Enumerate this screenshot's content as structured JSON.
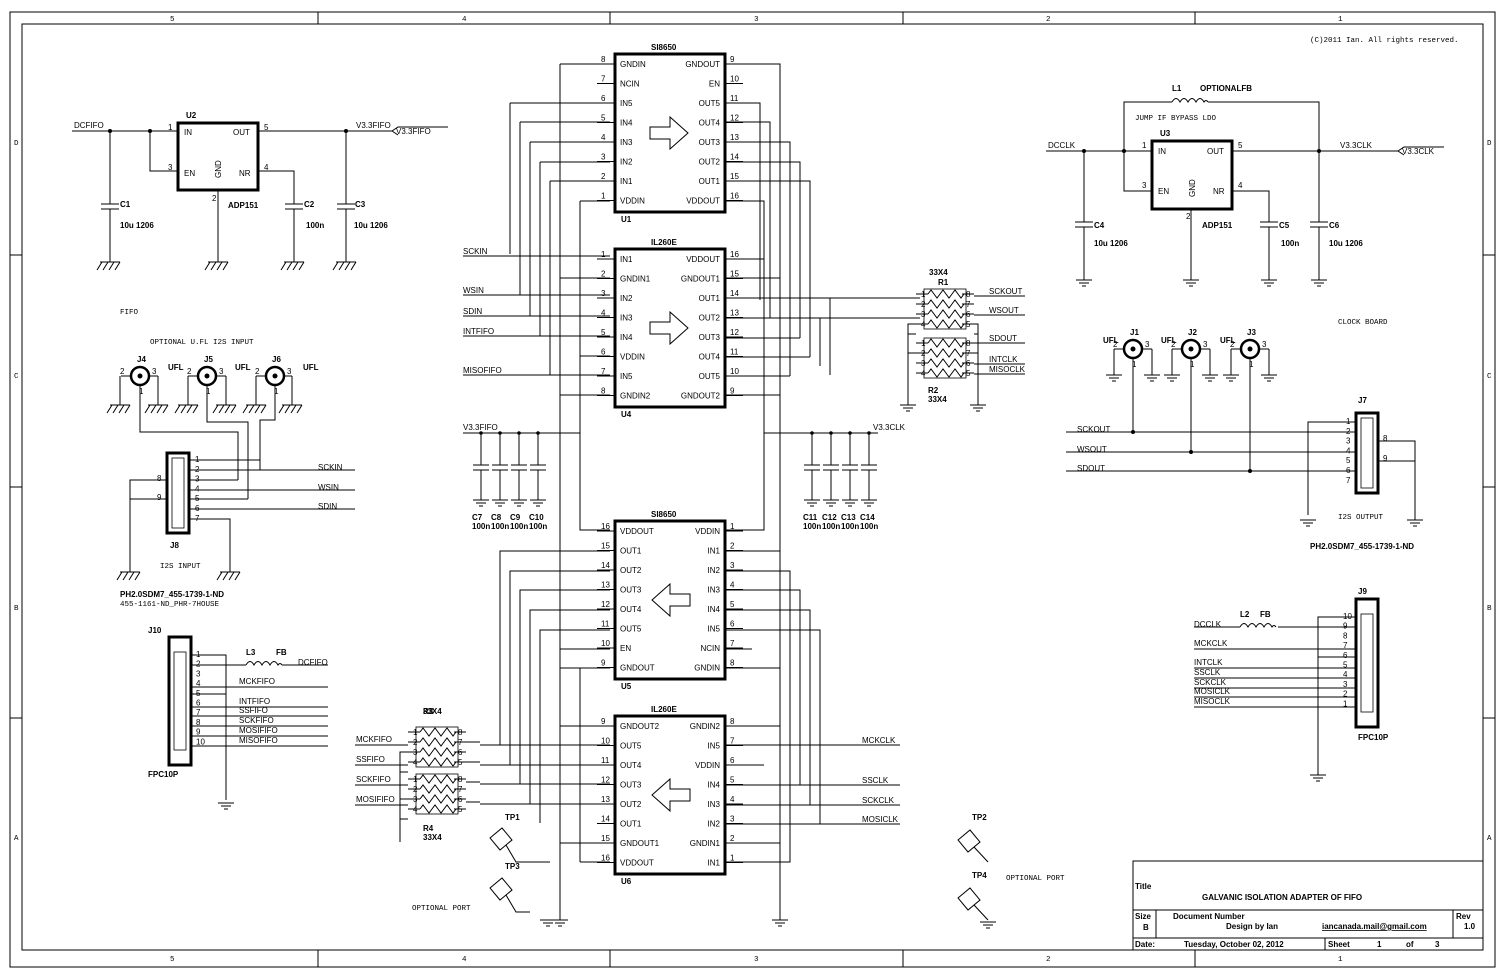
{
  "copyright": "(C)2011 Ian.  All rights reserved.",
  "border": {
    "cols_top": [
      "5",
      "4",
      "3",
      "2",
      "1"
    ],
    "cols_bottom": [
      "5",
      "4",
      "3",
      "2",
      "1"
    ],
    "rows_left": [
      "D",
      "C",
      "B",
      "A"
    ],
    "rows_right": [
      "D",
      "C",
      "B",
      "A"
    ]
  },
  "title_block": {
    "title_label": "Title",
    "title": "GALVANIC ISOLATION ADAPTER OF FIFO",
    "size_label": "Size",
    "size": "B",
    "docnum_label": "Document Number",
    "design_by": "Design by Ian",
    "email": "iancanada.mail@gmail.com",
    "rev_label": "Rev",
    "rev": "1.0",
    "date_label": "Date:",
    "date": "Tuesday, October 02, 2012",
    "sheet_label": "Sheet",
    "sheet": "1",
    "of_label": "of",
    "sheets": "3"
  },
  "notes": {
    "fifo": "FIFO",
    "optional_ufl": "OPTIONAL U.FL I2S INPUT",
    "jump_ldo": "JUMP IF BYPASS LDO",
    "clock_board": "CLOCK BOARD",
    "i2s_input": "I2S INPUT",
    "i2s_output": "I2S OUTPUT",
    "optional_port_left": "OPTIONAL PORT",
    "optional_port_right": "OPTIONAL PORT"
  },
  "u2": {
    "ref": "U2",
    "part": "ADP151",
    "pins": {
      "in": "IN",
      "out": "OUT",
      "en": "EN",
      "nr": "NR",
      "gnd": "GND"
    },
    "nums": {
      "in": "1",
      "out": "5",
      "en": "3",
      "nr": "4",
      "gnd": "2"
    },
    "net_in": "DCFIFO",
    "net_out": "V3.3FIFO",
    "port_out": "V3.3FIFO",
    "c1": {
      "ref": "C1",
      "val": "10u 1206"
    },
    "c2": {
      "ref": "C2",
      "val": "100n"
    },
    "c3": {
      "ref": "C3",
      "val": "10u 1206"
    }
  },
  "u3": {
    "ref": "U3",
    "part": "ADP151",
    "pins": {
      "in": "IN",
      "out": "OUT",
      "en": "EN",
      "nr": "NR",
      "gnd": "GND"
    },
    "nums": {
      "in": "1",
      "out": "5",
      "en": "3",
      "nr": "4",
      "gnd": "2"
    },
    "net_in": "DCCLK",
    "net_out": "V3.3CLK",
    "port_out": "V3.3CLK",
    "l1": {
      "ref": "L1",
      "val": "OPTIONALFB"
    },
    "c4": {
      "ref": "C4",
      "val": "10u 1206"
    },
    "c5": {
      "ref": "C5",
      "val": "100n"
    },
    "c6": {
      "ref": "C6",
      "val": "10u 1206"
    }
  },
  "u1": {
    "title": "SI8650",
    "ref": "U1",
    "left": [
      [
        "8",
        "GNDIN"
      ],
      [
        "7",
        "NCIN"
      ],
      [
        "6",
        "IN5"
      ],
      [
        "5",
        "IN4"
      ],
      [
        "4",
        "IN3"
      ],
      [
        "3",
        "IN2"
      ],
      [
        "2",
        "IN1"
      ],
      [
        "1",
        "VDDIN"
      ]
    ],
    "right": [
      [
        "GNDOUT",
        "9"
      ],
      [
        "EN",
        "10"
      ],
      [
        "OUT5",
        "11"
      ],
      [
        "OUT4",
        "12"
      ],
      [
        "OUT3",
        "13"
      ],
      [
        "OUT2",
        "14"
      ],
      [
        "OUT1",
        "15"
      ],
      [
        "VDDOUT",
        "16"
      ]
    ]
  },
  "u4": {
    "title": "IL260E",
    "ref": "U4",
    "left": [
      [
        "1",
        "IN1"
      ],
      [
        "2",
        "GNDIN1"
      ],
      [
        "3",
        "IN2"
      ],
      [
        "4",
        "IN3"
      ],
      [
        "5",
        "IN4"
      ],
      [
        "6",
        "VDDIN"
      ],
      [
        "7",
        "IN5"
      ],
      [
        "8",
        "GNDIN2"
      ]
    ],
    "right": [
      [
        "VDDOUT",
        "16"
      ],
      [
        "GNDOUT1",
        "15"
      ],
      [
        "OUT1",
        "14"
      ],
      [
        "OUT2",
        "13"
      ],
      [
        "OUT3",
        "12"
      ],
      [
        "OUT4",
        "11"
      ],
      [
        "OUT5",
        "10"
      ],
      [
        "GNDOUT2",
        "9"
      ]
    ],
    "nets_left": [
      "SCKIN",
      "WSIN",
      "SDIN",
      "INTFIFO",
      "MISOFIFO"
    ]
  },
  "u5": {
    "title": "SI8650",
    "ref": "U5",
    "left": [
      [
        "16",
        "VDDOUT"
      ],
      [
        "15",
        "OUT1"
      ],
      [
        "14",
        "OUT2"
      ],
      [
        "13",
        "OUT3"
      ],
      [
        "12",
        "OUT4"
      ],
      [
        "11",
        "OUT5"
      ],
      [
        "10",
        "EN"
      ],
      [
        "9",
        "GNDOUT"
      ]
    ],
    "right": [
      [
        "VDDIN",
        "1"
      ],
      [
        "IN1",
        "2"
      ],
      [
        "IN2",
        "3"
      ],
      [
        "IN3",
        "4"
      ],
      [
        "IN4",
        "5"
      ],
      [
        "IN5",
        "6"
      ],
      [
        "NCIN",
        "7"
      ],
      [
        "GNDIN",
        "8"
      ]
    ]
  },
  "u6": {
    "title": "IL260E",
    "ref": "U6",
    "left": [
      [
        "9",
        "GNDOUT2"
      ],
      [
        "10",
        "OUT5"
      ],
      [
        "11",
        "OUT4"
      ],
      [
        "12",
        "OUT3"
      ],
      [
        "13",
        "OUT2"
      ],
      [
        "14",
        "OUT1"
      ],
      [
        "15",
        "GNDOUT1"
      ],
      [
        "16",
        "VDDOUT"
      ]
    ],
    "right": [
      [
        "GNDIN2",
        "8"
      ],
      [
        "IN5",
        "7"
      ],
      [
        "VDDIN",
        "6"
      ],
      [
        "IN4",
        "5"
      ],
      [
        "IN3",
        "4"
      ],
      [
        "IN2",
        "3"
      ],
      [
        "GNDIN1",
        "2"
      ],
      [
        "IN1",
        "1"
      ]
    ],
    "nets_right": [
      "MCKCLK",
      "SSCLK",
      "SCKCLK",
      "MOSICLK"
    ]
  },
  "r1": {
    "ref": "R1",
    "val": "33X4",
    "nums_l": [
      "1",
      "2",
      "3",
      "4"
    ],
    "nums_r": [
      "8",
      "7",
      "6",
      "5"
    ],
    "nets": [
      "SCKOUT",
      "WSOUT",
      "",
      ""
    ]
  },
  "r2": {
    "ref": "R2",
    "val": "33X4",
    "nums_l": [
      "1",
      "2",
      "3",
      "4"
    ],
    "nums_r": [
      "8",
      "7",
      "6",
      "5"
    ],
    "nets": [
      "SDOUT",
      "",
      "INTCLK",
      "MISOCLK"
    ]
  },
  "r3": {
    "ref": "R3",
    "val": "33X4",
    "nums_l": [
      "1",
      "2",
      "3",
      "4"
    ],
    "nums_r": [
      "8",
      "7",
      "6",
      "5"
    ],
    "nets": [
      "MCKFIFO",
      "SSFIFO"
    ]
  },
  "r4": {
    "ref": "R4",
    "val": "33X4",
    "nums_l": [
      "1",
      "2",
      "3",
      "4"
    ],
    "nums_r": [
      "8",
      "7",
      "6",
      "5"
    ],
    "nets": [
      "SCKFIFO",
      "MOSIFIFO"
    ]
  },
  "decoup_fifo": {
    "net": "V3.3FIFO",
    "refs": [
      "C7",
      "C8",
      "C9",
      "C10"
    ],
    "vals": [
      "100n",
      "100n",
      "100n",
      "100n"
    ]
  },
  "decoup_clk": {
    "net": "V3.3CLK",
    "refs": [
      "C11",
      "C12",
      "C13",
      "C14"
    ],
    "vals": [
      "100n",
      "100n",
      "100n",
      "100n"
    ]
  },
  "ufl_left": [
    {
      "ref": "J4",
      "val": "UFL"
    },
    {
      "ref": "J5",
      "val": "UFL"
    },
    {
      "ref": "J6",
      "val": "UFL"
    }
  ],
  "ufl_right": [
    {
      "ref": "J1",
      "val": "UFL"
    },
    {
      "ref": "J2",
      "val": "UFL"
    },
    {
      "ref": "J3",
      "val": "UFL"
    }
  ],
  "ufl_pins": {
    "a": "2",
    "b": "3",
    "c": "1"
  },
  "j8": {
    "ref": "J8",
    "part": "PH2.0SDM7_455-1739-1-ND",
    "alt": "455-1161-ND_PHR-7HOUSE",
    "pins": [
      "1",
      "2",
      "3",
      "4",
      "5",
      "6",
      "7"
    ],
    "mount": [
      "8",
      "9"
    ],
    "nets": [
      "SCKIN",
      "WSIN",
      "SDIN"
    ]
  },
  "j7": {
    "ref": "J7",
    "part": "PH2.0SDM7_455-1739-1-ND",
    "pins": [
      "1",
      "2",
      "3",
      "4",
      "5",
      "6",
      "7"
    ],
    "mount": [
      "8",
      "9"
    ],
    "nets": [
      "SCKOUT",
      "WSOUT",
      "SDOUT"
    ]
  },
  "j10": {
    "ref": "J10",
    "part": "FPC10P",
    "pins": [
      "1",
      "2",
      "3",
      "4",
      "5",
      "6",
      "7",
      "8",
      "9",
      "10"
    ],
    "l3": {
      "ref": "L3",
      "val": "FB"
    },
    "nets": [
      "DCFIFO",
      "MCKFIFO",
      "INTFIFO",
      "SSFIFO",
      "SCKFIFO",
      "MOSIFIFO",
      "MISOFIFO"
    ]
  },
  "j9": {
    "ref": "J9",
    "part": "FPC10P",
    "pins": [
      "10",
      "9",
      "8",
      "7",
      "6",
      "5",
      "4",
      "3",
      "2",
      "1"
    ],
    "l2": {
      "ref": "L2",
      "val": "FB"
    },
    "nets": [
      "DCCLK",
      "MCKCLK",
      "INTCLK",
      "SSCLK",
      "SCKCLK",
      "MOSICLK",
      "MISOCLK"
    ]
  },
  "testpoints": [
    "TP1",
    "TP2",
    "TP3",
    "TP4"
  ]
}
